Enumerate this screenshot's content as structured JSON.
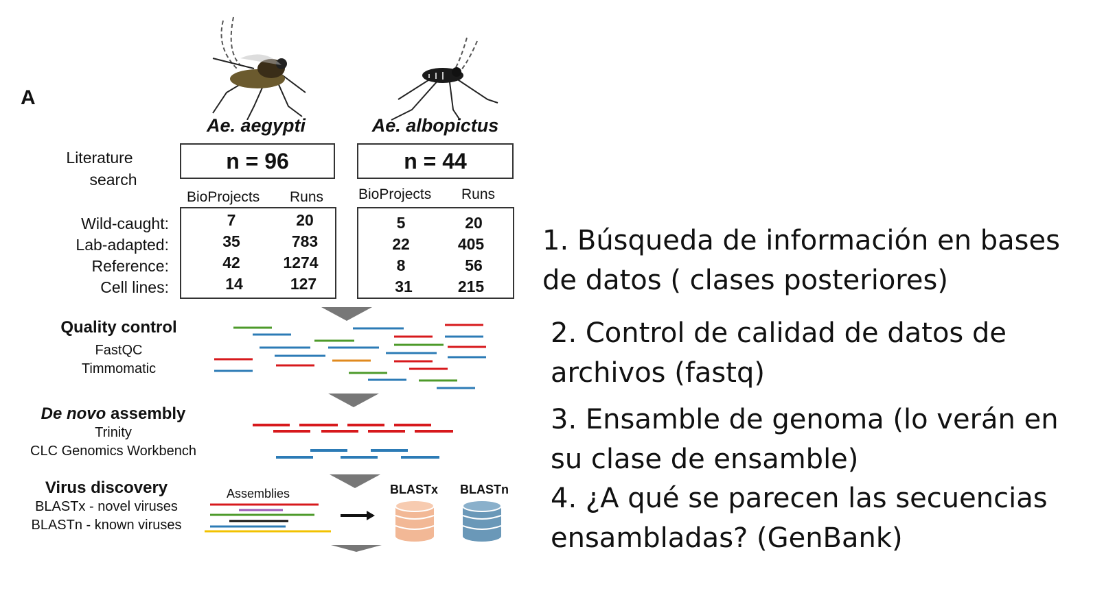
{
  "figure": {
    "panel_label": "A",
    "species": [
      {
        "name": "Ae. aegypti",
        "count": "n = 96"
      },
      {
        "name": "Ae. albopictus",
        "count": "n = 44"
      }
    ],
    "literature_label_line1": "Literature",
    "literature_label_line2": "search",
    "column_headers": {
      "bioprojects": "BioProjects",
      "runs": "Runs"
    },
    "row_labels": [
      "Wild-caught:",
      "Lab-adapted:",
      "Reference:",
      "Cell lines:"
    ],
    "table_aegypti": [
      {
        "bioprojects": "7",
        "runs": "20"
      },
      {
        "bioprojects": "35",
        "runs": "783"
      },
      {
        "bioprojects": "42",
        "runs": "1274"
      },
      {
        "bioprojects": "14",
        "runs": "127"
      }
    ],
    "table_albopictus": [
      {
        "bioprojects": "5",
        "runs": "20"
      },
      {
        "bioprojects": "22",
        "runs": "405"
      },
      {
        "bioprojects": "8",
        "runs": "56"
      },
      {
        "bioprojects": "31",
        "runs": "215"
      }
    ],
    "quality_control": {
      "title": "Quality control",
      "tools": [
        "FastQC",
        "Timmomatic"
      ]
    },
    "assembly": {
      "title_italic": "De novo",
      "title_rest": " assembly",
      "tools": [
        "Trinity",
        "CLC Genomics Workbench"
      ]
    },
    "virus_discovery": {
      "title": "Virus discovery",
      "methods": [
        "BLASTx - novel viruses",
        "BLASTn - known viruses"
      ]
    },
    "assemblies_label": "Assemblies",
    "db_labels": [
      "BLASTx",
      "BLASTn"
    ],
    "colors": {
      "red": "#d7191c",
      "blue": "#2c7bb6",
      "green": "#4d9a2a",
      "orange": "#e08a1e",
      "purple": "#9b59b6",
      "yellow": "#f2c200",
      "db_orange": "#f2b896",
      "db_blue": "#6a98b8",
      "arrow_gray": "#777777"
    }
  },
  "notes": [
    {
      "line1": "1. Búsqueda de información en bases",
      "line2": "de datos ( clases posteriores)"
    },
    {
      "line1": "2. Control de calidad de datos de",
      "line2": "archivos (fastq)"
    },
    {
      "line1": "3. Ensamble de genoma (lo verán en",
      "line2": "su clase de ensamble)"
    },
    {
      "line1": "4. ¿A qué se parecen las secuencias",
      "line2": "ensambladas?  (GenBank)"
    }
  ]
}
